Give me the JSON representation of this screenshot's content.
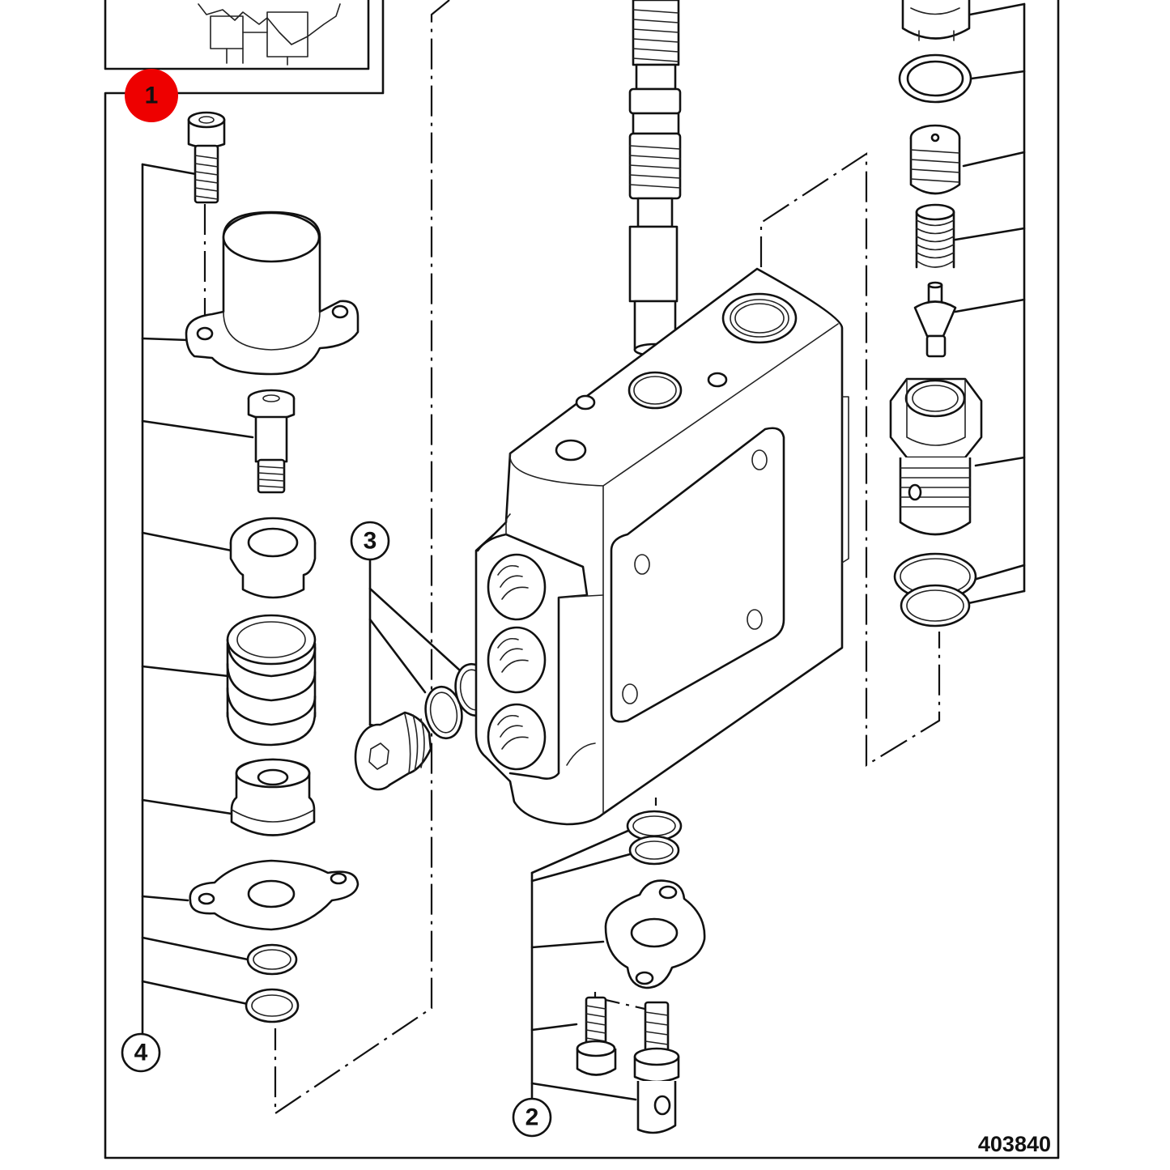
{
  "diagram": {
    "reference_number": "403840",
    "callouts": [
      {
        "id": "1",
        "label": "1",
        "highlight_color": "#ee0000"
      },
      {
        "id": "2",
        "label": "2"
      },
      {
        "id": "3",
        "label": "3"
      },
      {
        "id": "4",
        "label": "4"
      }
    ]
  },
  "colors": {
    "line": "#111111",
    "background": "#ffffff",
    "highlight": "#ee0000"
  }
}
